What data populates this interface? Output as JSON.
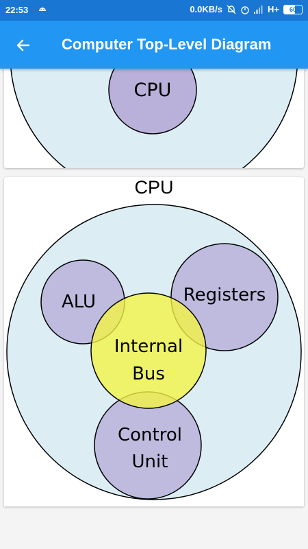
{
  "status_bar": {
    "time": "22:53",
    "network_speed": "0.0KB/s",
    "network_type": "H+",
    "battery_level": "60"
  },
  "app_bar": {
    "title": "Computer Top-Level Diagram",
    "back_icon": "arrow-left-icon"
  },
  "top_card": {
    "cpu_label": "CPU"
  },
  "cpu_card": {
    "title": "CPU",
    "components": {
      "alu": "ALU",
      "registers": "Registers",
      "internal_bus_line1": "Internal",
      "internal_bus_line2": "Bus",
      "control_unit_line1": "Control",
      "control_unit_line2": "Unit"
    }
  },
  "colors": {
    "status_bar": "#1976d2",
    "app_bar": "#2196f3",
    "outer_circle": "#dceef4",
    "component_circle": "#b9b1d9",
    "bus_circle": "#f5f542"
  }
}
